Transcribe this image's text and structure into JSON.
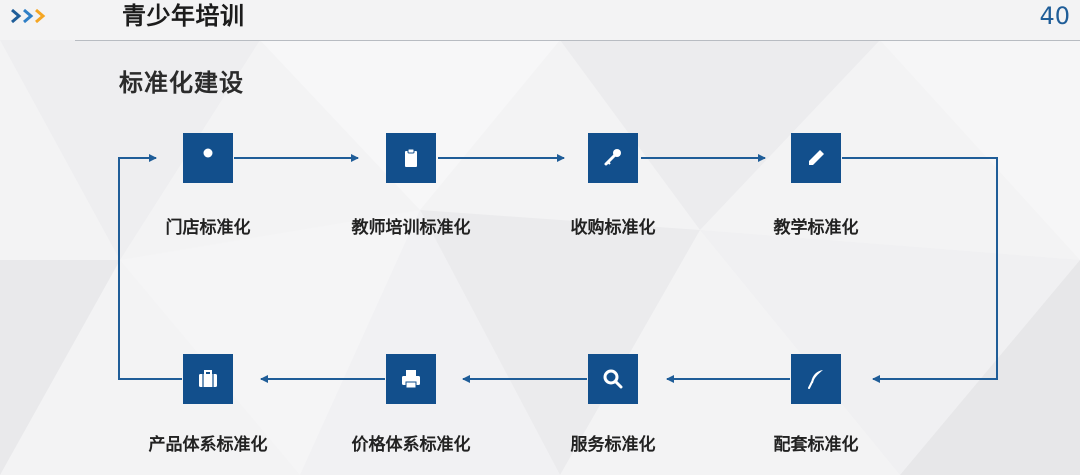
{
  "header": {
    "title": "青少年培训",
    "page_number": "40"
  },
  "section": {
    "title": "标准化建设"
  },
  "colors": {
    "accent": "#124f8c",
    "arrow": "#1f5d98",
    "chevron": "#f5a623"
  },
  "steps_top": [
    {
      "label": "门店标准化",
      "icon": "dot-icon"
    },
    {
      "label": "教师培训标准化",
      "icon": "clipboard-icon"
    },
    {
      "label": "收购标准化",
      "icon": "key-icon"
    },
    {
      "label": "教学标准化",
      "icon": "pencil-icon"
    }
  ],
  "steps_bottom": [
    {
      "label": "产品体系标准化",
      "icon": "briefcase-icon"
    },
    {
      "label": "价格体系标准化",
      "icon": "printer-icon"
    },
    {
      "label": "服务标准化",
      "icon": "search-icon"
    },
    {
      "label": "配套标准化",
      "icon": "feather-icon"
    }
  ]
}
